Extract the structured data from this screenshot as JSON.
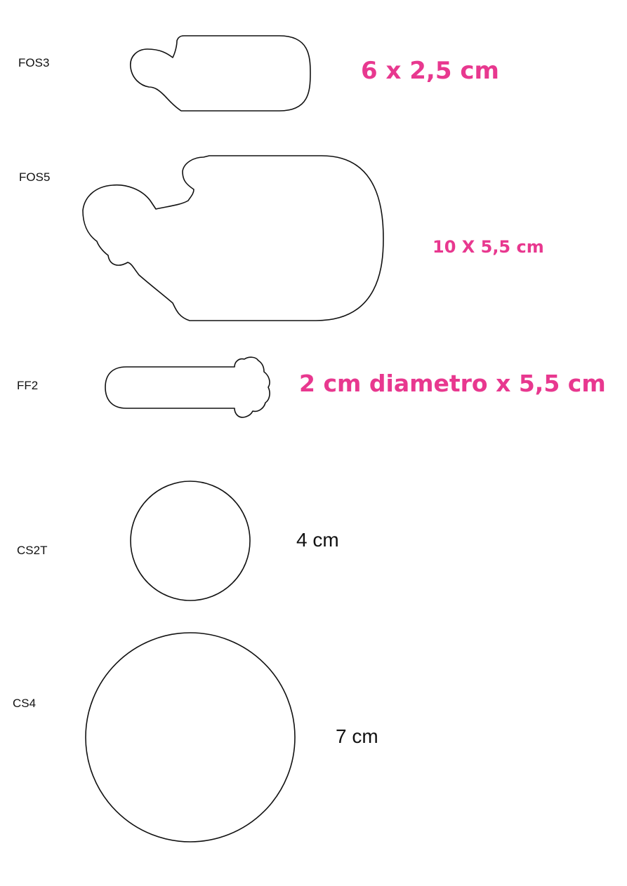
{
  "items": [
    {
      "code": "FOS3",
      "size": "6 x 2,5 cm"
    },
    {
      "code": "FOS5",
      "size": "10 X 5,5 cm"
    },
    {
      "code": "FF2",
      "size": "2 cm diametro x 5,5 cm"
    },
    {
      "code": "CS2T",
      "size": "4 cm"
    },
    {
      "code": "CS4",
      "size": "7 cm"
    }
  ],
  "colors": {
    "dimension_pink": "#e8388f",
    "outline": "#111111",
    "background": "#ffffff"
  }
}
